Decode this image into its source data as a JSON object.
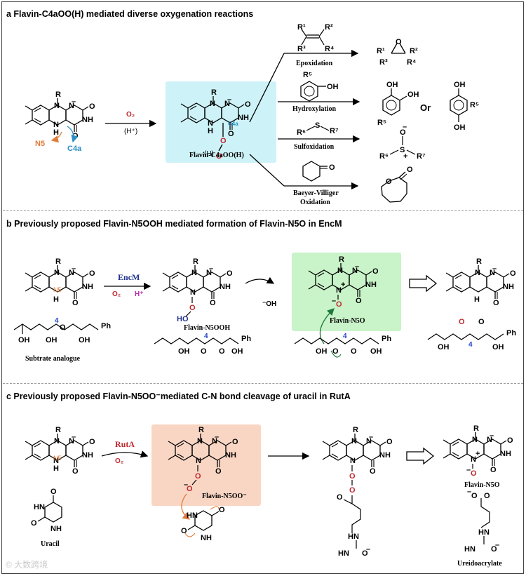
{
  "panels": {
    "a": {
      "title": "a Flavin-C4aOO(H) mediated diverse oxygenation reactions"
    },
    "b": {
      "title": "b Previously proposed Flavin-N5OOH mediated formation of Flavin-N5O in EncM"
    },
    "c": {
      "title": "c Previously proposed Flavin-N5OO⁻mediated C-N bond cleavage of uracil in RutA"
    }
  },
  "labels": {
    "n5": "N5",
    "c4a": "C4a",
    "c4a_small": "C4a",
    "o2": "O₂",
    "h_plus": "(H⁺)",
    "h_oo": "(H)",
    "flavin_c4aooh": "Flavin-C4aOO(H)",
    "epoxidation": "Epoxidation",
    "hydroxylation": "Hydroxylation",
    "sulfoxidation": "Sulfoxidation",
    "baeyer_villiger": "Baeyer-Villiger",
    "oxidation": "Oxidation",
    "or": "Or",
    "encm": "EncM",
    "h_plus_b": "H⁺",
    "flavin_n5ooh": "Flavin-N5OOH",
    "flavin_n5o": "Flavin-N5O",
    "substrate_analogue": "Subtrate analogue",
    "oh_minus": "⁻OH",
    "position_4": "4",
    "ruta": "RutA",
    "flavin_n5oo": "Flavin-N5OO⁻",
    "uracil": "Uracil",
    "ureidoacrylate": "Ureidoacrylate"
  },
  "colors": {
    "cyan_box": "#cdf2f7",
    "green_box": "#c9f3c9",
    "salmon_box": "#f9d6c4",
    "n5_label": "#e07b39",
    "c4a_label": "#2a8fc7",
    "o2_label": "#c0282e",
    "encm_label": "#22358f",
    "h_plus_label": "#b52aa6",
    "position_label": "#2346c9",
    "ruta_label": "#c0282e",
    "arrow_green": "#1f7a3c",
    "arrow_orange": "#e07b39"
  },
  "watermark": "© 大数跨境"
}
